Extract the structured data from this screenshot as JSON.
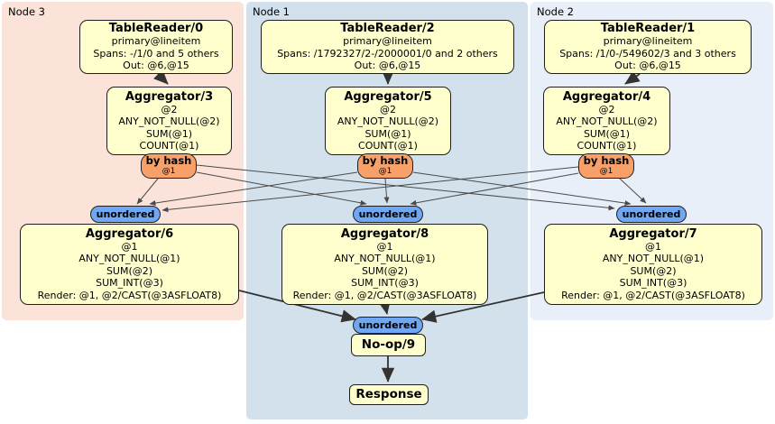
{
  "clusters": {
    "node3": {
      "label": "Node 3"
    },
    "node1": {
      "label": "Node 1"
    },
    "node2": {
      "label": "Node 2"
    }
  },
  "processors": {
    "tr0": {
      "title": "TableReader/0",
      "lines": [
        "primary@lineitem",
        "Spans: -/1/0 and 5 others",
        "Out: @6,@15"
      ]
    },
    "tr2": {
      "title": "TableReader/2",
      "lines": [
        "primary@lineitem",
        "Spans: /1792327/2-/2000001/0 and 2 others",
        "Out: @6,@15"
      ]
    },
    "tr1": {
      "title": "TableReader/1",
      "lines": [
        "primary@lineitem",
        "Spans: /1/0-/549602/3 and 3 others",
        "Out: @6,@15"
      ]
    },
    "agg3": {
      "title": "Aggregator/3",
      "lines": [
        "@2",
        "ANY_NOT_NULL(@2)",
        "SUM(@1)",
        "COUNT(@1)"
      ]
    },
    "agg5": {
      "title": "Aggregator/5",
      "lines": [
        "@2",
        "ANY_NOT_NULL(@2)",
        "SUM(@1)",
        "COUNT(@1)"
      ]
    },
    "agg4": {
      "title": "Aggregator/4",
      "lines": [
        "@2",
        "ANY_NOT_NULL(@2)",
        "SUM(@1)",
        "COUNT(@1)"
      ]
    },
    "agg6": {
      "title": "Aggregator/6",
      "lines": [
        "@1",
        "ANY_NOT_NULL(@1)",
        "SUM(@2)",
        "SUM_INT(@3)",
        "Render: @1, @2/CAST(@3ASFLOAT8)"
      ]
    },
    "agg8": {
      "title": "Aggregator/8",
      "lines": [
        "@1",
        "ANY_NOT_NULL(@1)",
        "SUM(@2)",
        "SUM_INT(@3)",
        "Render: @1, @2/CAST(@3ASFLOAT8)"
      ]
    },
    "agg7": {
      "title": "Aggregator/7",
      "lines": [
        "@1",
        "ANY_NOT_NULL(@1)",
        "SUM(@2)",
        "SUM_INT(@3)",
        "Render: @1, @2/CAST(@3ASFLOAT8)"
      ]
    },
    "noop": {
      "title": "No-op/9"
    },
    "response": {
      "title": "Response"
    }
  },
  "routers": {
    "r3": {
      "label": "by hash",
      "sub": "@1"
    },
    "r5": {
      "label": "by hash",
      "sub": "@1"
    },
    "r4": {
      "label": "by hash",
      "sub": "@1"
    }
  },
  "syncs": {
    "s6": {
      "label": "unordered"
    },
    "s8": {
      "label": "unordered"
    },
    "s7": {
      "label": "unordered"
    },
    "s9": {
      "label": "unordered"
    }
  },
  "colors": {
    "node3_bg": "#fce3d9",
    "node1_bg": "#d2e1ec",
    "node2_bg": "#e9eff8",
    "box_bg": "#ffffce",
    "router_bg": "#f8a06a",
    "sync_bg": "#6fa7f2",
    "edge": "#404040"
  }
}
